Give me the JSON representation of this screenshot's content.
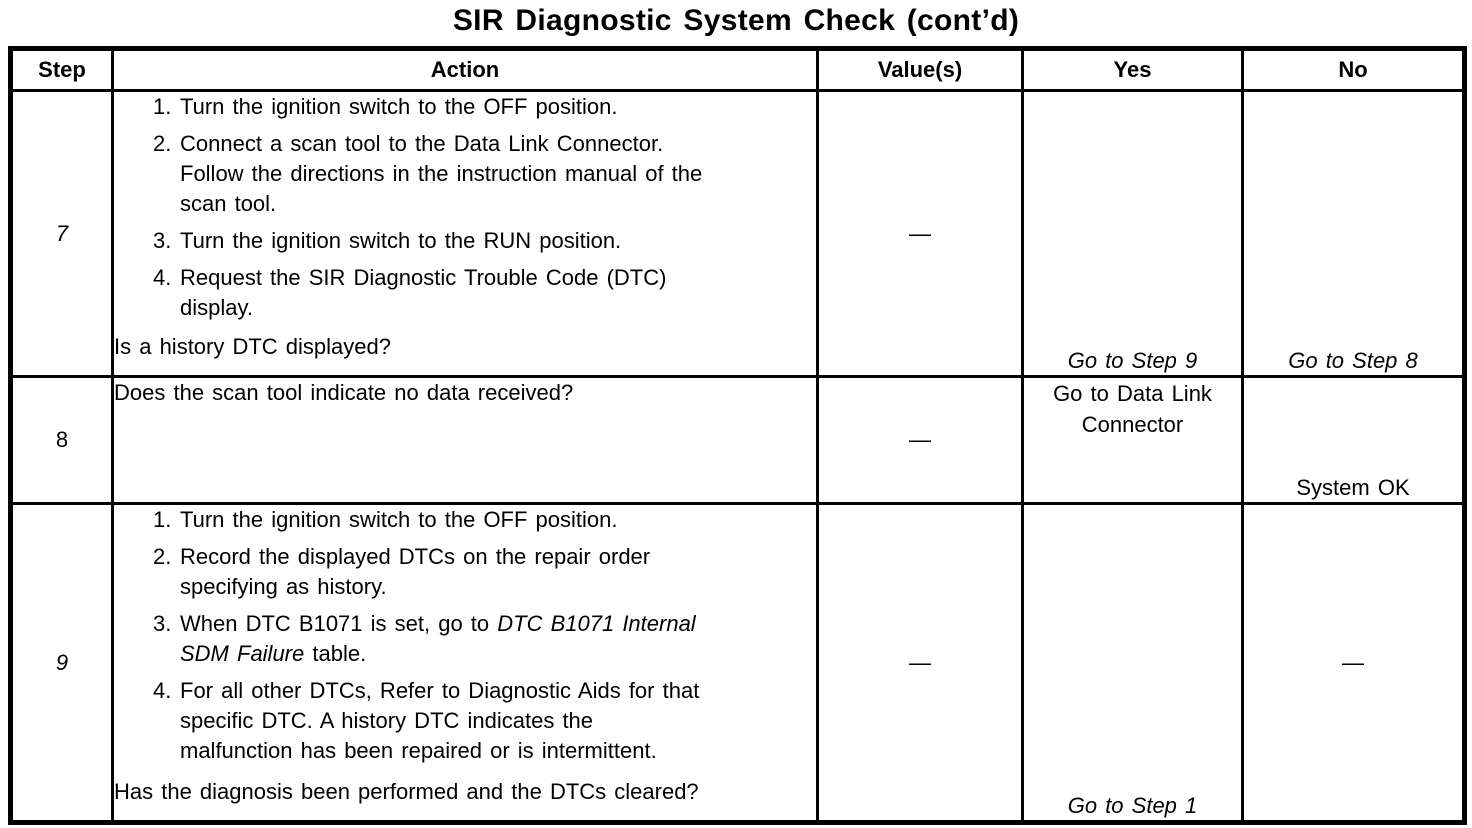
{
  "title": "SIR Diagnostic System Check (cont’d)",
  "table": {
    "headers": [
      "Step",
      "Action",
      "Value(s)",
      "Yes",
      "No"
    ],
    "rows": [
      {
        "step": "7",
        "items": [
          {
            "num": "1.",
            "lines": [
              "Turn the ignition switch to the OFF position."
            ]
          },
          {
            "num": "2.",
            "lines": [
              "Connect a scan tool to the Data Link Connector.",
              "Follow the directions in the instruction manual of the",
              "scan tool."
            ]
          },
          {
            "num": "3.",
            "lines": [
              "Turn the ignition switch to the RUN position."
            ]
          },
          {
            "num": "4.",
            "lines": [
              "Request the SIR Diagnostic Trouble Code (DTC)",
              "display."
            ]
          }
        ],
        "question": "Is a history DTC displayed?",
        "value": "—",
        "yes": "Go to Step 9",
        "no": "Go to Step 8"
      },
      {
        "step": "8",
        "question": "Does the scan tool indicate no data received?",
        "value": "—",
        "yes": "Go to Data Link Connector",
        "no": "System OK"
      },
      {
        "step": "9",
        "items": [
          {
            "num": "1.",
            "lines": [
              "Turn the ignition switch to the OFF position."
            ]
          },
          {
            "num": "2.",
            "lines": [
              "Record the displayed DTCs on the repair order",
              "specifying as history."
            ]
          },
          {
            "num": "3.",
            "line1_pre": "When DTC B1071 is set, go to ",
            "line1_italic": "DTC B1071 Internal",
            "line2_italic": "SDM Failure",
            "line2_post": " table."
          },
          {
            "num": "4.",
            "lines": [
              "For all other DTCs, Refer to Diagnostic Aids for that",
              "specific DTC. A history DTC indicates the",
              "malfunction has been repaired or is intermittent."
            ]
          }
        ],
        "question": "Has the diagnosis been performed and the DTCs cleared?",
        "value": "—",
        "yes": "Go to Step 1",
        "no": "—"
      }
    ]
  }
}
